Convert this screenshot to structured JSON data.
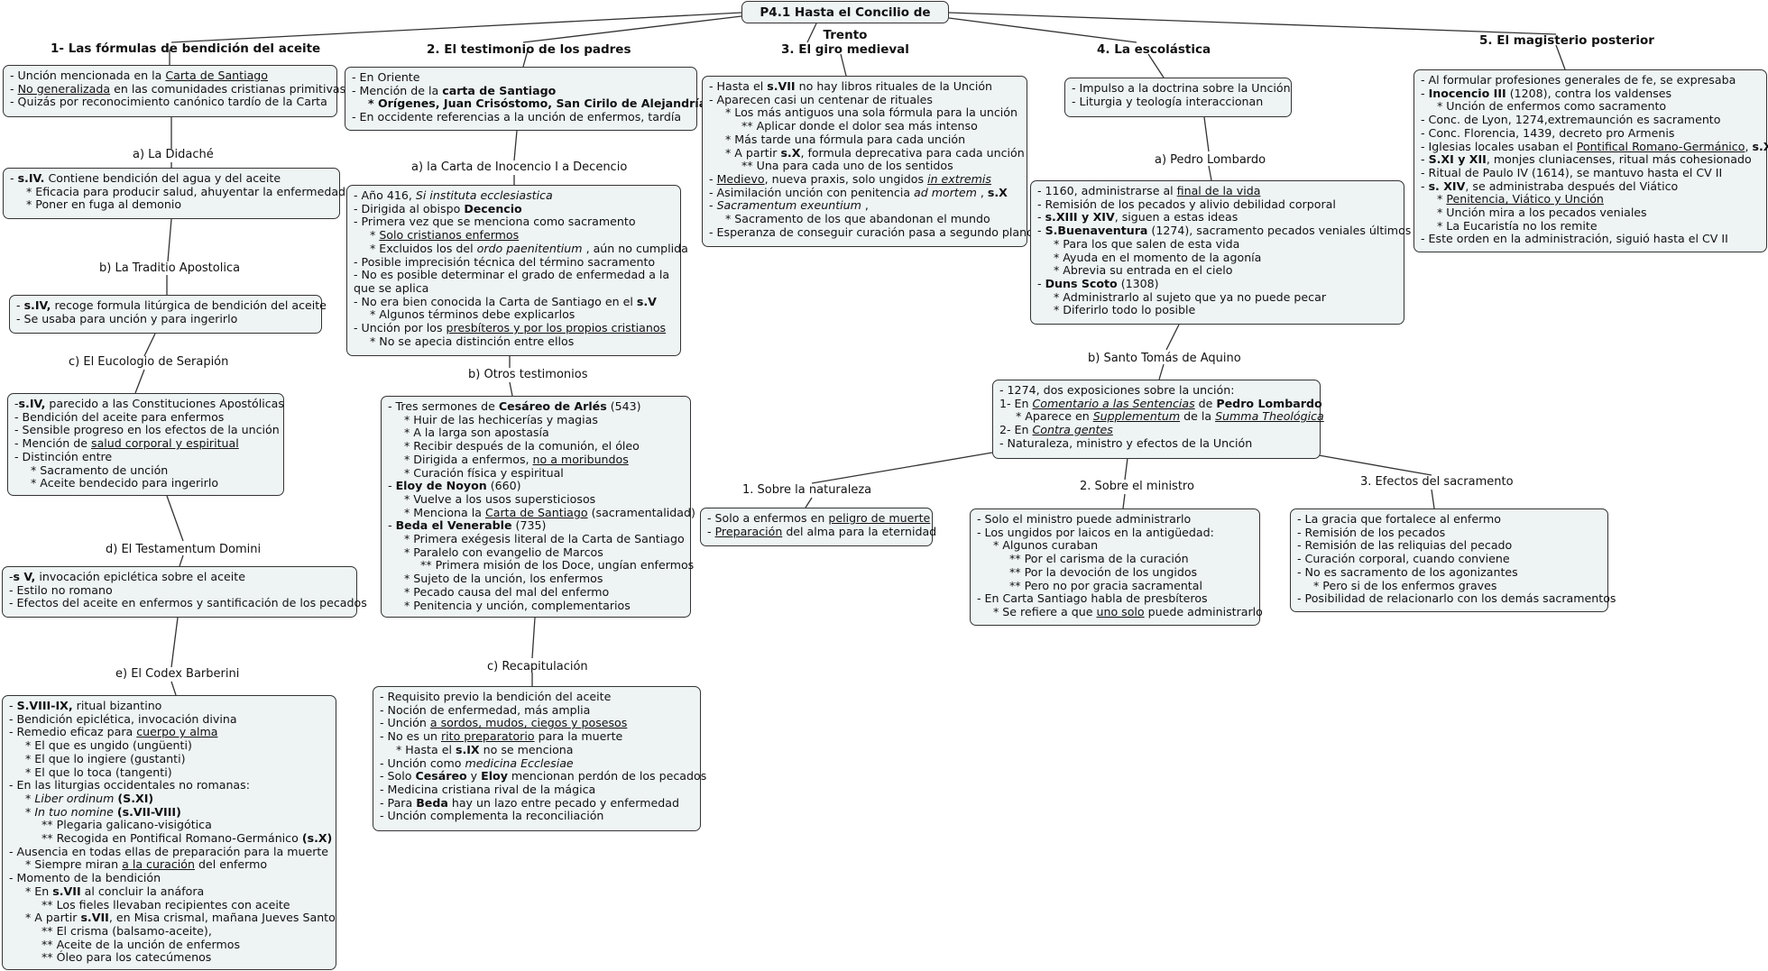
{
  "root": "P4.1 Hasta el Concilio de Trento",
  "topics": {
    "t1": "1- Las fórmulas de bendición del aceite",
    "t2": "2. El testimonio de los padres",
    "t3": "3. El giro medieval",
    "t4": "4. La escolástica",
    "t5": "5. El magisterio posterior"
  },
  "labels": {
    "didache": "a) La Didaché",
    "traditio": "b) La Traditio Apostolica",
    "eucologio": "c) El Eucologio de Serapión",
    "testamentum": "d) El Testamentum Domini",
    "barberini": "e) El Codex Barberini",
    "inocencio": "a) la Carta de Inocencio I a Decencio",
    "otros": "b) Otros testimonios",
    "recap": "c) Recapitulación",
    "lombardo": "a) Pedro Lombardo",
    "tomas": "b) Santo Tomás de Aquino",
    "naturaleza": "1. Sobre la naturaleza",
    "ministro": "2. Sobre el ministro",
    "efectos": "3. Efectos del sacramento"
  },
  "boxes": {
    "b1_main": {
      "l1a": "- Unción mencionada en la ",
      "l1b": "Carta de Santiago",
      "l2a": "No generalizada",
      "l2b": " en las comunidades cristianas primitivas",
      "l3": "- Quizás por reconocimiento canónico tardío de la Carta"
    },
    "didache": {
      "l1a": "s.IV.",
      "l1b": " Contiene bendición del agua y del aceite",
      "l2": "* Eficacia para producir salud, ahuyentar la enfermedad",
      "l3": "* Poner en fuga al demonio"
    },
    "traditio": {
      "l1a": "s.IV,",
      "l1b": " recoge formula litúrgica de bendición del aceite",
      "l2": "- Se usaba para unción y para ingerirlo"
    },
    "eucologio": {
      "l1a": "s.IV,",
      "l1b": " parecido a las Constituciones Apostólicas",
      "l2": "- Bendición del aceite para enfermos",
      "l3": "- Sensible progreso en los efectos de la unción",
      "l4b": "salud corporal y espiritual",
      "l5": "- Distinción entre",
      "l6": "* Sacramento de unción",
      "l7": "* Aceite bendecido para ingerirlo"
    },
    "testamentum": {
      "l1a": "s V,",
      "l1b": " invocación epiclética sobre el aceite",
      "l2": "- Estilo no romano",
      "l3": "- Efectos del aceite en enfermos y santificación de los pecados"
    },
    "barberini": {
      "l1a": "S.VIII-IX,",
      "l1b": " ritual bizantino",
      "l2": "- Bendición epiclética, invocación divina",
      "l3b": "cuerpo y alma",
      "l4": "* El que es ungido (ungüenti)",
      "l5": "* El que lo ingiere (gustanti)",
      "l6": "* El que lo toca (tangenti)",
      "l7": "- En las liturgias occidentales no romanas:",
      "l8a": "Liber ordinum",
      "l8b": "(S.XI)",
      "l9a": "In tuo nomine",
      "l9b": "(s.VII-VIII)",
      "l10": "** Plegaria galicano-visigótica",
      "l11a": "** Recogida en Pontifical Romano-Germánico ",
      "l11b": "(s.X)",
      "l12": "- Ausencia en todas ellas de preparación para la muerte",
      "l13a": "* Siempre miran ",
      "l13b": "a la curación",
      "l13c": " del enfermo",
      "l14": "- Momento de la bendición",
      "l15b": "s.VII",
      "l15c": " al concluir la anáfora",
      "l16": "** Los fieles llevaban recipientes con aceite",
      "l17b": "s.VII",
      "l17c": ", en Misa crismal, mañana Jueves Santo",
      "l18": "** El crisma (balsamo-aceite),",
      "l19": "** Aceite de la unción de enfermos",
      "l20": "** Óleo para los catecúmenos"
    },
    "b2_main": {
      "l1": "- En Oriente",
      "l2b": "carta de Santiago",
      "l3": "* Orígenes, Juan Crisóstomo, San Cirilo de Alejandría",
      "l4": "- En occidente referencias a la unción de enfermos, tardía"
    },
    "inocencio": {
      "l1b": "Si instituta ecclesiastica",
      "l2b": "Decencio",
      "l3": "- Primera vez que se menciona como sacramento",
      "l4": "Solo cristianos enfermos",
      "l5a": "* Excluidos los del ",
      "l5b": "ordo paenitentium",
      "l5c": " , aún no cumplida",
      "l6": "- Posible imprecisión técnica del término sacramento",
      "l7": "- No es posible determinar el grado de enfermedad a la",
      "l8": "que se aplica",
      "l9a": "- No era bien conocida la Carta de Santiago en el ",
      "l9b": "s.V",
      "l10": "* Algunos términos debe explicarlos",
      "l11b": "presbíteros y por los propios cristianos",
      "l12": "* No se apecia distinción entre ellos"
    },
    "otros": {
      "l1b": "Cesáreo de Arlés",
      "l1c": " (543)",
      "l2": "* Huir de las hechicerías y magias",
      "l3": "* A la larga son apostasía",
      "l4": "* Recibir después de la comunión, el óleo",
      "l5b": "no a moribundos",
      "l6": "* Curación física y espiritual",
      "l7b": "Eloy de Noyon",
      "l7c": " (660)",
      "l8": "* Vuelve a los usos supersticiosos",
      "l9b": "Carta de Santiago",
      "l9c": " (sacramentalidad)",
      "l10b": "Beda el Venerable",
      "l10c": " (735)",
      "l11": "* Primera exégesis literal de la Carta de Santiago",
      "l12": "* Paralelo con evangelio de Marcos",
      "l13": "** Primera misión de los Doce, ungían enfermos",
      "l14": "* Sujeto de la unción, los enfermos",
      "l15": "* Pecado causa del mal del enfermo",
      "l16": "* Penitencia y unción, complementarios"
    },
    "recap": {
      "l1": "- Requisito previo la bendición del aceite",
      "l2": "- Noción de enfermedad, más amplia",
      "l3b": "a sordos, mudos, ciegos y posesos",
      "l4b": "rito preparatorio",
      "l4c": " para la muerte",
      "l5b": "s.IX",
      "l5c": " no se menciona",
      "l6b": "medicina Ecclesiae",
      "l7b": "Cesáreo",
      "l7d": "Eloy",
      "l7e": " mencionan perdón de los pecados",
      "l8": "- Medicina cristiana rival de la mágica",
      "l9b": "Beda",
      "l9c": " hay un lazo entre pecado y enfermedad",
      "l10": "- Unción complementa la reconciliación"
    },
    "b3_main": {
      "l1b": "s.VII",
      "l1c": " no hay libros rituales de la Unción",
      "l2": "- Aparecen casi un centenar de rituales",
      "l3": "* Los más antiguos una sola fórmula para la unción",
      "l4": "** Aplicar donde el dolor sea más intenso",
      "l5": "* Más tarde una fórmula para cada unción",
      "l6b": "s.X",
      "l6c": ", formula deprecativa para cada unción",
      "l7": "** Una para cada uno de los sentidos",
      "l8a": "Medievo",
      "l8b": ", nueva praxis, solo ungidos ",
      "l8c": "in extremis",
      "l9b": "ad mortem",
      "l9d": "s.X",
      "l10": "Sacramentum exeuntium",
      "l11": "* Sacramento de los que abandonan el mundo",
      "l12": "- Esperanza de conseguir curación pasa a segundo plano"
    },
    "b4_main": {
      "l1": "- Impulso a la doctrina sobre la Unción",
      "l2": "- Liturgia y teología interaccionan"
    },
    "lombardo": {
      "l1b": "final de la vida",
      "l2": "- Remisión de los pecados y alivio debilidad corporal",
      "l3b": "s.XIII y XIV",
      "l3c": ", siguen a estas ideas",
      "l4b": "S.Buenaventura",
      "l4c": " (1274), sacramento pecados veniales últimos",
      "l5": "* Para los que salen de esta vida",
      "l6": "* Ayuda en el momento de la agonía",
      "l7": "* Abrevia su entrada en el cielo",
      "l8b": "Duns Scoto",
      "l8c": " (1308)",
      "l9": "* Administrarlo al sujeto que ya no puede pecar",
      "l10": "* Diferirlo todo lo posible"
    },
    "tomas": {
      "l1": "- 1274, dos exposiciones sobre la unción:",
      "l2b": "Comentario a las Sentencias",
      "l2d": "Pedro Lombardo",
      "l3b": "Supplementum",
      "l3d": "Summa Theológica",
      "l4b": "Contra gentes",
      "l5": "- Naturaleza, ministro y efectos de la Unción"
    },
    "naturaleza": {
      "l1b": "peligro de muerte",
      "l2b": "Preparación",
      "l2c": " del alma para la eternidad"
    },
    "ministro": {
      "l1": "- Solo el ministro puede administrarlo",
      "l2": "- Los ungidos por laicos en la antigüedad:",
      "l3": "* Algunos curaban",
      "l4": "** Por el carisma de la curación",
      "l5": "** Por la devoción de los ungidos",
      "l6": "** Pero no por gracia sacramental",
      "l7": "- En Carta Santiago habla de presbíteros",
      "l8b": "uno solo",
      "l8c": " puede administrarlo"
    },
    "efectos": {
      "l1": "- La gracia que fortalece al enfermo",
      "l2": "- Remisión de los pecados",
      "l3": "- Remisión de las reliquias del pecado",
      "l4": "- Curación corporal, cuando conviene",
      "l5": "- No es sacramento de los agonizantes",
      "l6": "* Pero si de los enfermos graves",
      "l7": "- Posibilidad de relacionarlo con los demás sacramentos"
    },
    "b5_main": {
      "l1": "- Al formular profesiones generales de fe, se expresaba",
      "l2b": "Inocencio III",
      "l2c": " (1208), contra los valdenses",
      "l3": "* Unción de enfermos como sacramento",
      "l4": "- Conc. de Lyon, 1274,extremaunción es sacramento",
      "l5": "- Conc. Florencia, 1439, decreto pro Armenis",
      "l6b": "Pontifical Romano-Germánico",
      "l6d": "s.X",
      "l7b": "S.XI y XII",
      "l7c": ", monjes cluniacenses, ritual más cohesionado",
      "l8": "- Ritual de Paulo IV (1614), se mantuvo hasta el CV II",
      "l9b": "s. XIV",
      "l9c": ", se administraba después del Viático",
      "l10": "Penitencia, Viático y Unción",
      "l11": "* Unción mira  a los pecados veniales",
      "l12": "* La Eucaristía no los remite",
      "l13": "- Este orden en la administración, siguió hasta el CV II"
    }
  }
}
